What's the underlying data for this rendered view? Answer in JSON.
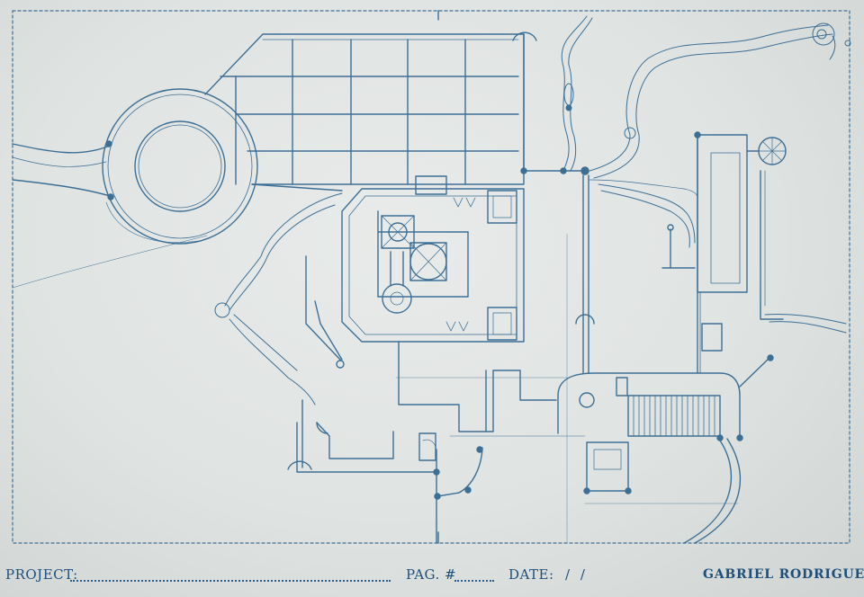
{
  "title_block": {
    "project_label": "PROJECT:",
    "page_label": "PAG. #",
    "date_label": "DATE:",
    "date_value": "/ /",
    "designer": "GABRIEL RODRIGUEZ"
  },
  "colors": {
    "paper": "#dfe3e1",
    "ink": "#3d6f95",
    "ink_dark": "#1e4f7a"
  }
}
